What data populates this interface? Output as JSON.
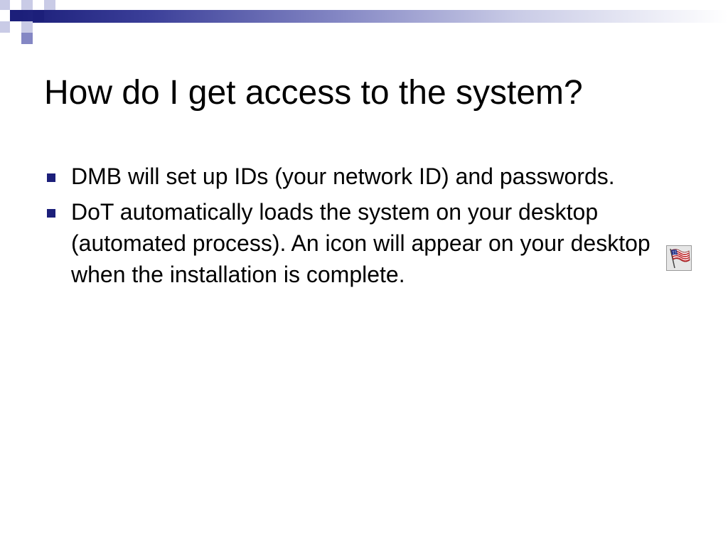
{
  "slide": {
    "title": "How do I get access to the system?",
    "bullets": [
      {
        "text": "DMB will set up IDs (your network ID) and passwords."
      },
      {
        "text": "DoT automatically loads the system on your desktop (automated process).  An icon will appear on your desktop when the installation is complete."
      }
    ],
    "icon": "american-flag-icon"
  },
  "colors": {
    "accent": "#1c1f7a",
    "accent_light": "#8487c4",
    "background": "#ffffff",
    "text": "#000000"
  }
}
